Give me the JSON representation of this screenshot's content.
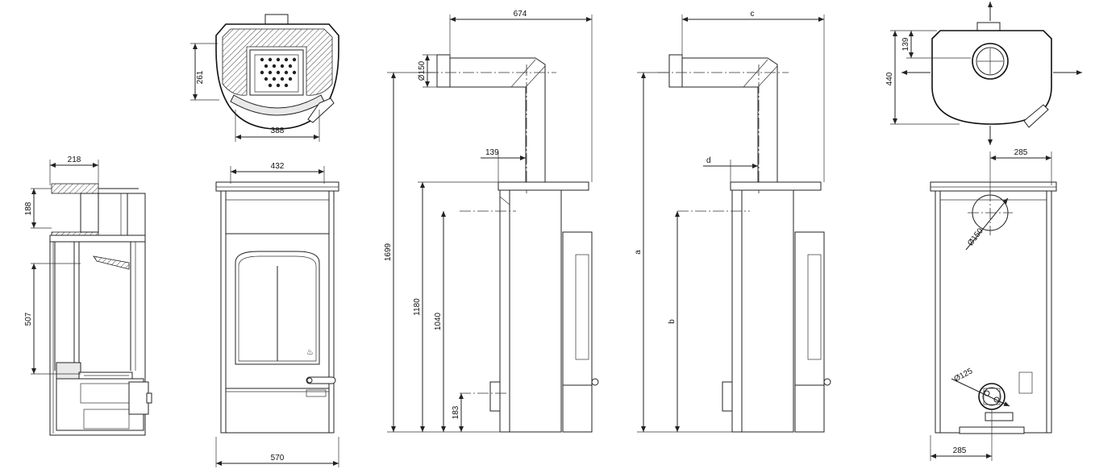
{
  "dimensions": {
    "top_view_depth": "261",
    "top_view_width": "388",
    "side_view_top_offset": "218",
    "side_view_upper_height": "188",
    "side_view_firebox_height": "507",
    "front_view_top_width": "432",
    "front_view_width": "570",
    "flue_diameter": "Ø150",
    "flue_horizontal_length": "674",
    "flue_offset": "139",
    "total_height": "1699",
    "flue_axis_height": "1180",
    "rear_connection_height": "1040",
    "air_inlet_height": "183",
    "variable_length": "c",
    "variable_height_a": "a",
    "variable_height_b": "b",
    "variable_offset_d": "d",
    "plan_flue_offset": "139",
    "plan_depth": "440",
    "rear_flue_offset": "285",
    "rear_flue_diameter": "Ø150",
    "air_inlet_diameter": "Ø125",
    "rear_bottom_offset": "285"
  },
  "icons": {
    "flame_logo": "flame-logo-icon",
    "arrow": "arrow-icon"
  }
}
